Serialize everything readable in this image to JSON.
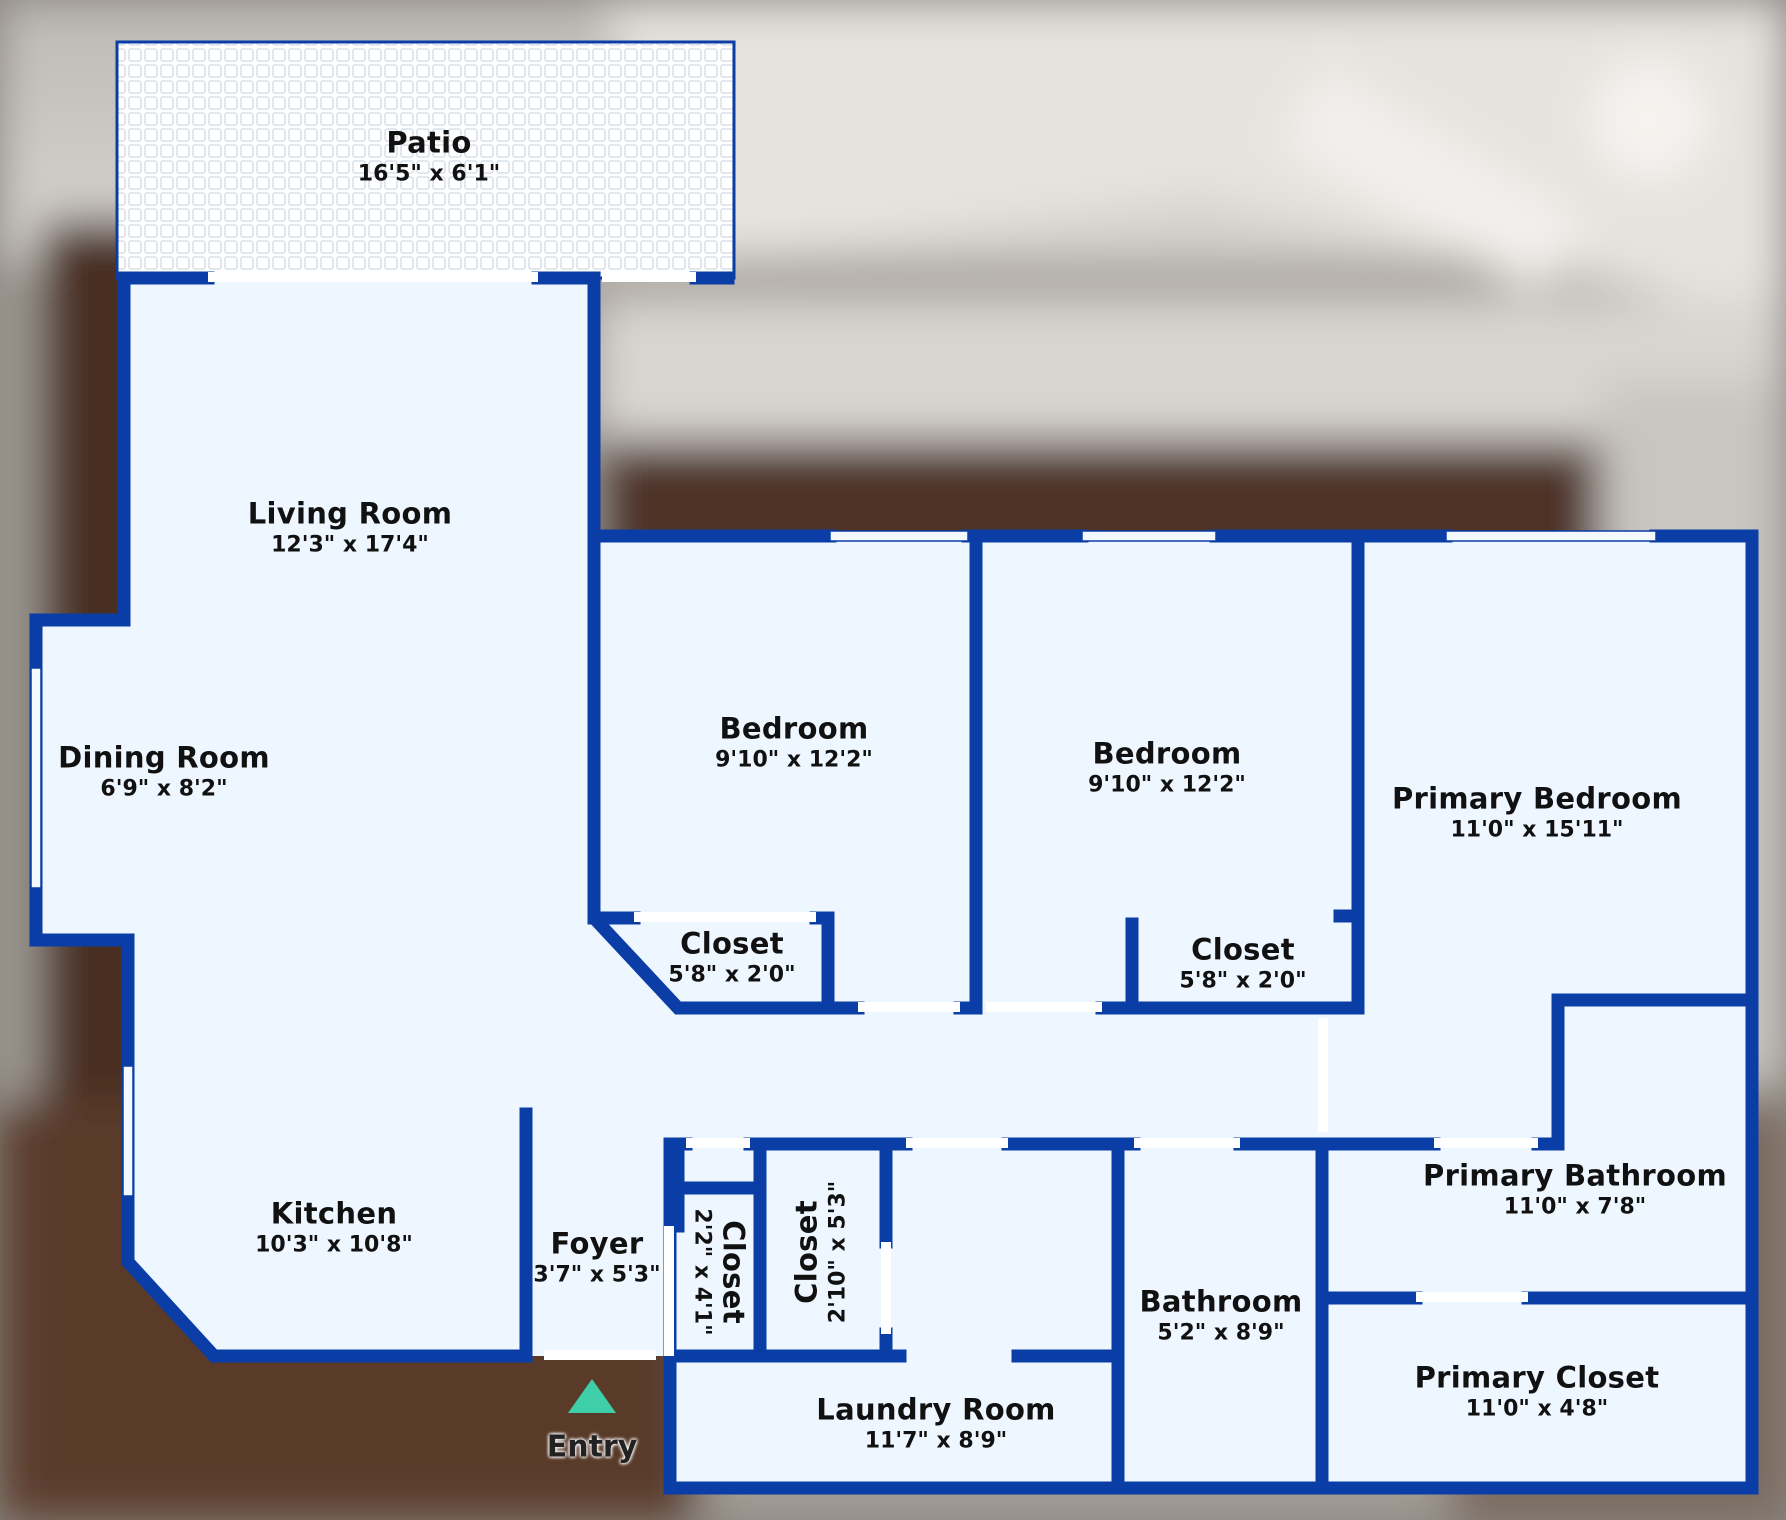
{
  "colors": {
    "wall": "#0b3da6",
    "floor": "#eef6ff",
    "window": "#f4f8ff",
    "entry_arrow": "#3ecfa8",
    "patio_grid": "#cfd8e6"
  },
  "rooms": [
    {
      "id": "patio",
      "name": "Patio",
      "dims": "16'5\" x 6'1\""
    },
    {
      "id": "living",
      "name": "Living Room",
      "dims": "12'3\" x 17'4\""
    },
    {
      "id": "dining",
      "name": "Dining Room",
      "dims": "6'9\" x 8'2\""
    },
    {
      "id": "bed1",
      "name": "Bedroom",
      "dims": "9'10\" x 12'2\""
    },
    {
      "id": "bed2",
      "name": "Bedroom",
      "dims": "9'10\" x 12'2\""
    },
    {
      "id": "primary_bed",
      "name": "Primary Bedroom",
      "dims": "11'0\" x 15'11\""
    },
    {
      "id": "closet1",
      "name": "Closet",
      "dims": "5'8\" x 2'0\""
    },
    {
      "id": "closet2",
      "name": "Closet",
      "dims": "5'8\" x 2'0\""
    },
    {
      "id": "kitchen",
      "name": "Kitchen",
      "dims": "10'3\" x 10'8\""
    },
    {
      "id": "foyer",
      "name": "Foyer",
      "dims": "3'7\" x 5'3\""
    },
    {
      "id": "closet3",
      "name": "Closet",
      "dims": "2'2\" x 4'1\""
    },
    {
      "id": "closet4",
      "name": "Closet",
      "dims": "2'10\" x 5'3\""
    },
    {
      "id": "laundry",
      "name": "Laundry Room",
      "dims": "11'7\" x 8'9\""
    },
    {
      "id": "bath",
      "name": "Bathroom",
      "dims": "5'2\" x 8'9\""
    },
    {
      "id": "primary_bath",
      "name": "Primary Bathroom",
      "dims": "11'0\" x 7'8\""
    },
    {
      "id": "primary_closet",
      "name": "Primary Closet",
      "dims": "11'0\" x 4'8\""
    }
  ],
  "entry": {
    "label": "Entry"
  }
}
